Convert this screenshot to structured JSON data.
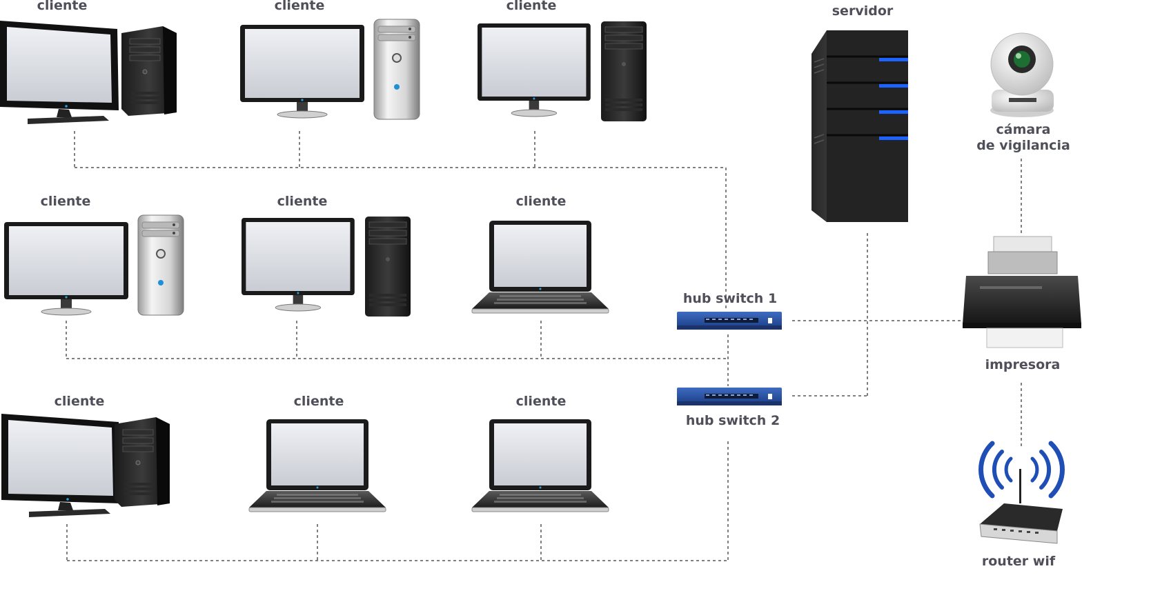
{
  "diagram": {
    "labels": {
      "client_r1_1": "cliente",
      "client_r1_2": "cliente",
      "client_r1_3": "cliente",
      "client_r2_1": "cliente",
      "client_r2_2": "cliente",
      "client_r2_3": "cliente",
      "client_r3_1": "cliente",
      "client_r3_2": "cliente",
      "client_r3_3": "cliente",
      "server": "servidor",
      "camera_line1": "cámara",
      "camera_line2": "de vigilancia",
      "hub1": "hub switch 1",
      "hub2": "hub switch 2",
      "printer": "impresora",
      "router": "router wif"
    },
    "colors": {
      "line": "#555555",
      "label": "#4f4f5a",
      "switch_blue": "#2a4f9c",
      "server_led": "#1d64ff",
      "wifi_blue": "#1f4fb5"
    }
  }
}
